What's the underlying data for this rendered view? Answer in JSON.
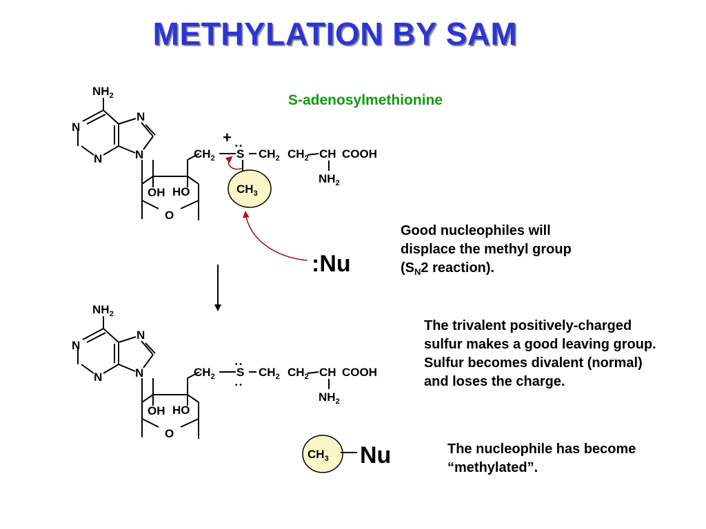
{
  "title": "METHYLATION BY SAM",
  "molecule_name": "S-adenosylmethionine",
  "atoms": {
    "N": "N",
    "O": "O",
    "S": "S",
    "NH": "NH",
    "CH": "CH",
    "COOH": "COOH",
    "OH": "OH",
    "HO": "HO",
    "sub2": "2",
    "sub3": "3",
    "plus": "+",
    "lone_pair": "• •"
  },
  "nucleophile_symbol": ":Nu",
  "product_nucleophile": "Nu",
  "notes": {
    "nucleophile_line1": "Good nucleophiles will",
    "nucleophile_line2": "displace the methyl group",
    "nucleophile_line3_open": "(S",
    "nucleophile_line3_sub": "N",
    "nucleophile_line3_close": "2 reaction).",
    "leaving_group_line1": "The trivalent positively-charged",
    "leaving_group_line2": "sulfur makes a good leaving group.",
    "leaving_group_line3": "Sulfur becomes divalent (normal)",
    "leaving_group_line4": "and loses the charge.",
    "methylated_line1": "The nucleophile has become",
    "methylated_line2": "“methylated”."
  },
  "colors": {
    "title": "#2b35d6",
    "molecule_name": "#119a11",
    "curved_arrow": "#b31217",
    "methyl_highlight_fill": "#fbf6c8"
  }
}
